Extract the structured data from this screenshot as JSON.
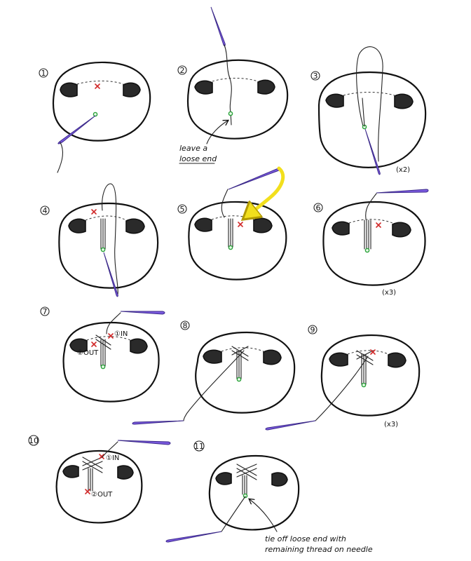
{
  "steps": [
    {
      "number": "1"
    },
    {
      "number": "2",
      "note_line1": "leave a",
      "note_line2": "loose end"
    },
    {
      "number": "3",
      "repeat": "(x2)"
    },
    {
      "number": "4"
    },
    {
      "number": "5"
    },
    {
      "number": "6",
      "repeat": "(x3)"
    },
    {
      "number": "7",
      "label_in": "①IN",
      "label_out": "②OUT"
    },
    {
      "number": "8"
    },
    {
      "number": "9",
      "repeat": "(x3)"
    },
    {
      "number": "10",
      "label_in": "①IN",
      "label_out": "②OUT"
    },
    {
      "number": "11",
      "note_line1": "tie off loose end with",
      "note_line2": "remaining thread on needle"
    }
  ],
  "colors": {
    "ink": "#111111",
    "needle": "#7b5ae0",
    "cross": "#d12a2a",
    "dot": "#2aa23a",
    "highlight_arrow": "#f2df1d"
  }
}
